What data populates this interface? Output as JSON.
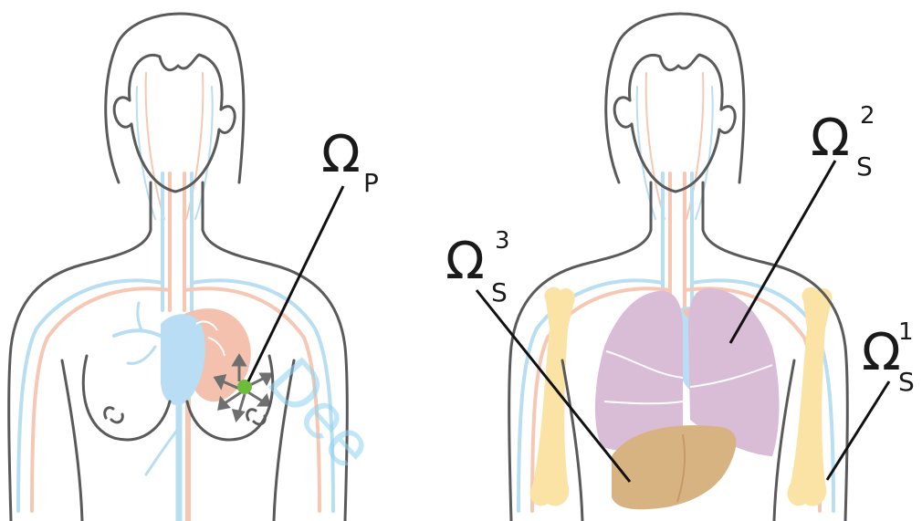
{
  "labels": {
    "omega_p": {
      "symbol": "Ω",
      "sub": "P"
    },
    "omega_s2": {
      "symbol": "Ω",
      "sub": "S",
      "sup": "2"
    },
    "omega_s3": {
      "symbol": "Ω",
      "sub": "S",
      "sup": "3"
    },
    "omega_s1": {
      "symbol": "Ω",
      "sub": "S",
      "sup": "1"
    }
  },
  "watermark": "Dee",
  "colors": {
    "outline": "#5a5a5a",
    "vein": "#b8def2",
    "artery": "#f6c8b3",
    "heart_blue": "#b9ddf4",
    "heart_red": "#f3c1ad",
    "tumor": "#6dbb3a",
    "lungs": "#d9bcd6",
    "lung_edge": "#ffffff",
    "liver": "#d7b382",
    "bone": "#fbe3a6",
    "arrow": "#6f6f6f",
    "leader": "#111111"
  }
}
